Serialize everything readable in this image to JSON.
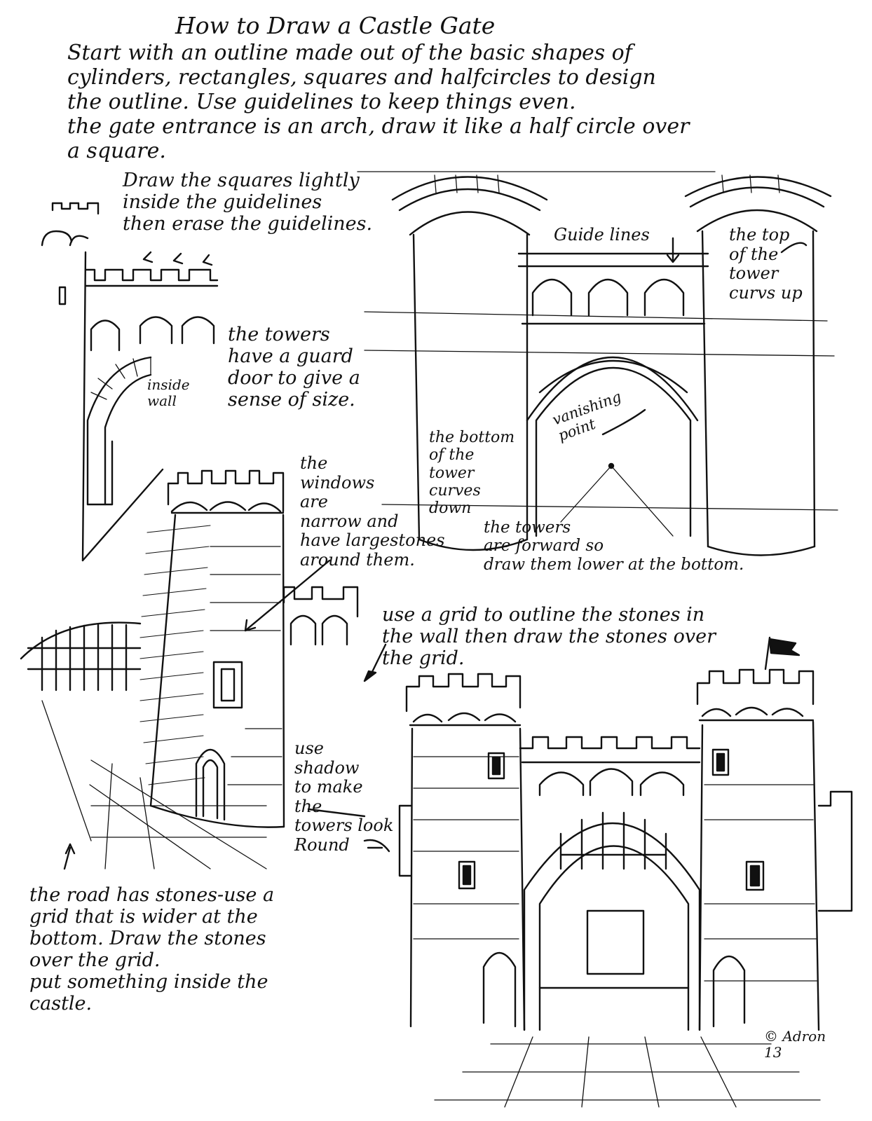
{
  "title": "How to Draw a Castle Gate",
  "intro": {
    "lines": [
      "Start with an outline made out of the basic shapes of",
      "cylinders, rectangles, squares and halfcircles to design",
      "the outline.    Use guidelines to keep things even.",
      "the gate entrance is an arch, draw it like a half circle over",
      "a square."
    ]
  },
  "notes": {
    "squares": "Draw the squares lightly\ninside the guidelines\nthen erase the guidelines.",
    "guide_lines": "Guide lines",
    "tower_top": "the top\nof the\ntower\ncurvs up",
    "inside_wall": "inside\nwall",
    "guard_door": "the towers\nhave a guard\ndoor to give a\nsense of size.",
    "vanishing_point": "vanishing\npoint",
    "tower_bottom": "the bottom\nof the\ntower\ncurves\ndown",
    "windows": "the\nwindows\nare\nnarrow and\nhave largestones\naround them.",
    "towers_forward": "the towers\nare forward so\ndraw them  lower at the bottom.",
    "grid_stones": "use a grid to outline the stones in\nthe wall then draw the stones over\nthe grid.",
    "shadow": "use\nshadow\nto make\nthe\ntowers look\nRound",
    "road": "the road has stones-use a\ngrid that is wider at the\nbottom.  Draw the stones\nover the grid.\nput something inside the\ncastle.",
    "signature": "© Adron\n13"
  }
}
